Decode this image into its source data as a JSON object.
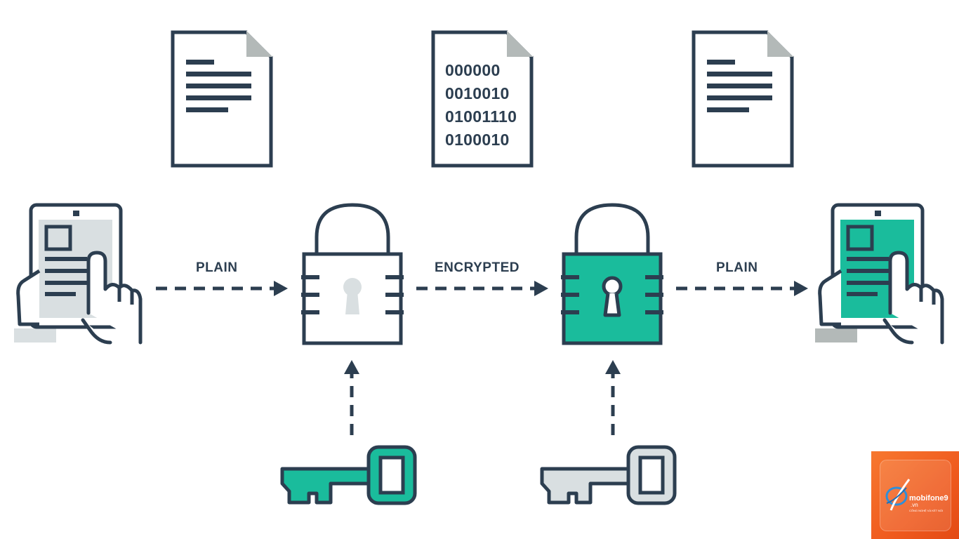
{
  "colors": {
    "outline": "#2c3e50",
    "accent": "#1abc9c",
    "light_gray": "#d9dfe1",
    "mid_gray": "#b3b9b8",
    "badge_orange": "#f26a22"
  },
  "labels": {
    "plain_left": "PLAIN",
    "encrypted": "ENCRYPTED",
    "plain_right": "PLAIN"
  },
  "ciphertext_lines": [
    "000000",
    "0010010",
    "01001110",
    "0100010"
  ],
  "badge": {
    "name": "mobifone9",
    "domain": ".vn",
    "slogan": "CÔNG NGHỆ VÀ KẾT NỐI"
  }
}
